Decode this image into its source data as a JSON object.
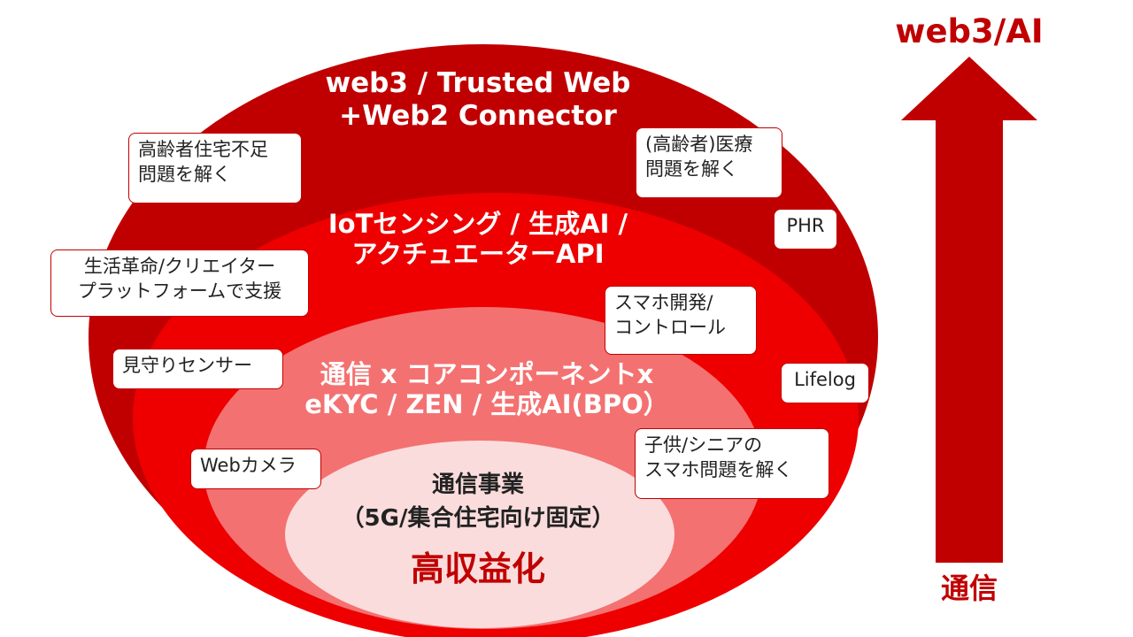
{
  "colors": {
    "outer": "#c00000",
    "second": "#ee0000",
    "third": "#f47171",
    "core": "#fbdcdc",
    "accent": "#c00000"
  },
  "layers": {
    "outer": [
      "web3 / Trusted Web",
      "+Web2 Connector"
    ],
    "second": [
      "IoTセンシング / 生成AI /",
      "アクチュエーターAPI"
    ],
    "third": [
      "通信 x コアコンポーネントx",
      "eKYC / ZEN / 生成AI(BPO）"
    ],
    "core": [
      "通信事業",
      "（5G/集合住宅向け固定）"
    ],
    "core_result": "高収益化"
  },
  "callouts": {
    "elderly_housing": [
      "高齢者住宅不足",
      "問題を解く"
    ],
    "elderly_medical": [
      "(高齢者)医療",
      "問題を解く"
    ],
    "phr": "PHR",
    "creator_platform": [
      "生活革命/クリエイター",
      "プラットフォームで支援"
    ],
    "smartphone_dev": [
      "スマホ開発/",
      "コントロール"
    ],
    "watch_sensor": "見守りセンサー",
    "lifelog": "Lifelog",
    "webcam": "Webカメラ",
    "kids_senior": [
      "子供/シニアの",
      "スマホ問題を解く"
    ]
  },
  "arrow": {
    "top_label": "web3/AI",
    "bottom_label": "通信"
  }
}
